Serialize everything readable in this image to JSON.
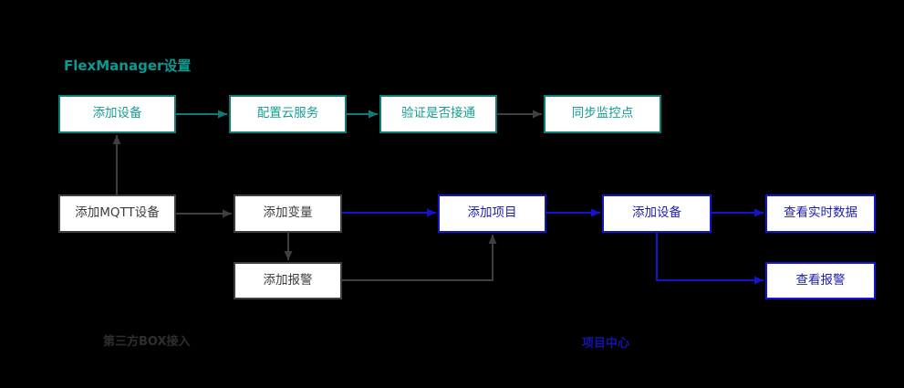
{
  "title": "FlexManager设置",
  "group_labels": {
    "third_party_box": "第三方BOX接入",
    "project_center": "项目中心"
  },
  "nodes": {
    "add_device_flex": {
      "label": "添加设备"
    },
    "config_cloud_service": {
      "label": "配置云服务"
    },
    "verify_connection": {
      "label": "验证是否接通"
    },
    "sync_monitor_points": {
      "label": "同步监控点"
    },
    "add_mqtt_device": {
      "label": "添加MQTT设备"
    },
    "add_variable": {
      "label": "添加变量"
    },
    "add_alarm": {
      "label": "添加报警"
    },
    "add_project": {
      "label": "添加项目"
    },
    "add_device_project": {
      "label": "添加设备"
    },
    "view_realtime_data": {
      "label": "查看实时数据"
    },
    "view_alarm": {
      "label": "查看报警"
    }
  },
  "colors": {
    "background": "#000000",
    "node_fill": "#ffffff",
    "teal_stroke": "#0e7b76",
    "teal_text": "#169c93",
    "title_teal": "#0a9a92",
    "gray_stroke": "#3f3f3f",
    "gray_text": "#3d3d3d",
    "gray_label": "#2f2f2f",
    "blue_stroke": "#1414cf",
    "blue_text": "#1d1da6",
    "blue_label": "#1414ad"
  }
}
